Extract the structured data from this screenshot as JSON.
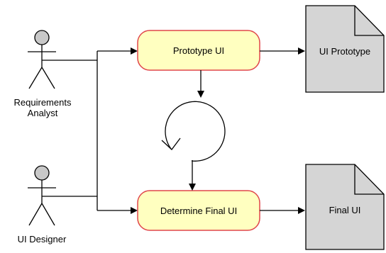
{
  "actors": [
    {
      "id": "requirements-analyst",
      "label_line1": "Requirements",
      "label_line2": "Analyst"
    },
    {
      "id": "ui-designer",
      "label": "UI Designer"
    }
  ],
  "processes": [
    {
      "id": "prototype-ui",
      "label": "Prototype UI"
    },
    {
      "id": "determine-final-ui",
      "label": "Determine Final UI"
    }
  ],
  "documents": [
    {
      "id": "ui-prototype",
      "label": "UI Prototype"
    },
    {
      "id": "final-ui",
      "label": "Final UI"
    }
  ],
  "colors": {
    "process_fill": "#ffffc0",
    "process_stroke": "#e0464a",
    "document_fill": "#d5d5d5",
    "line": "#000000",
    "actor_head_fill": "#c8c8c8"
  }
}
